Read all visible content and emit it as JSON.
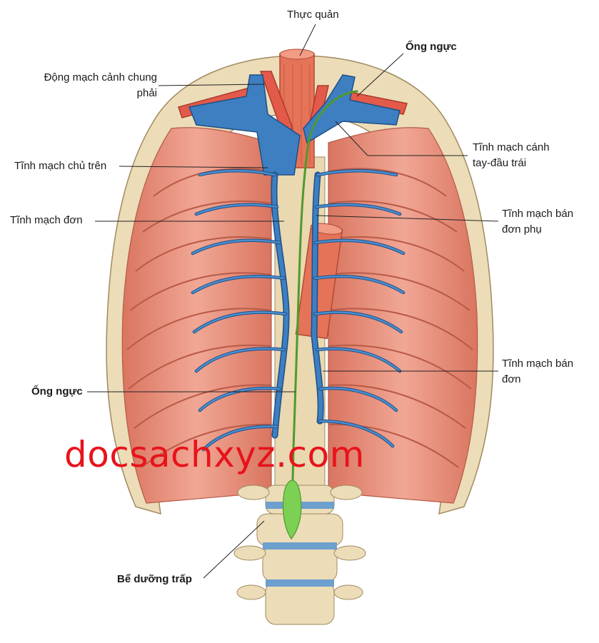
{
  "labels": {
    "esophagus": "Thực quản",
    "thoracic_duct_top": "Ống ngực",
    "right_common_carotid_l1": "Động mạch cảnh chung",
    "right_common_carotid_l2": "phải",
    "left_brachiocephalic_l1": "Tĩnh mạch cánh",
    "left_brachiocephalic_l2": "tay-đầu trái",
    "superior_vena_cava": "Tĩnh mạch chủ trên",
    "azygos": "Tĩnh mạch đơn",
    "accessory_hemiazygos_l1": "Tĩnh mạch bán",
    "accessory_hemiazygos_l2": "đơn phụ",
    "hemiazygos_l1": "Tĩnh mạch bán",
    "hemiazygos_l2": "đơn",
    "thoracic_duct_mid": "Ống ngực",
    "cisterna_chyli": "Bể dưỡng trấp"
  },
  "watermark": "docsachxyz.com",
  "colors": {
    "muscle": "#e8937f",
    "muscle_dark": "#c9604b",
    "bone": "#ecdcb8",
    "bone_shade": "#c9b58a",
    "vein": "#3d7fc1",
    "vein_dark": "#1f4f86",
    "artery": "#e45a4a",
    "duct": "#6fc24a",
    "watermark": "#e8131b"
  }
}
